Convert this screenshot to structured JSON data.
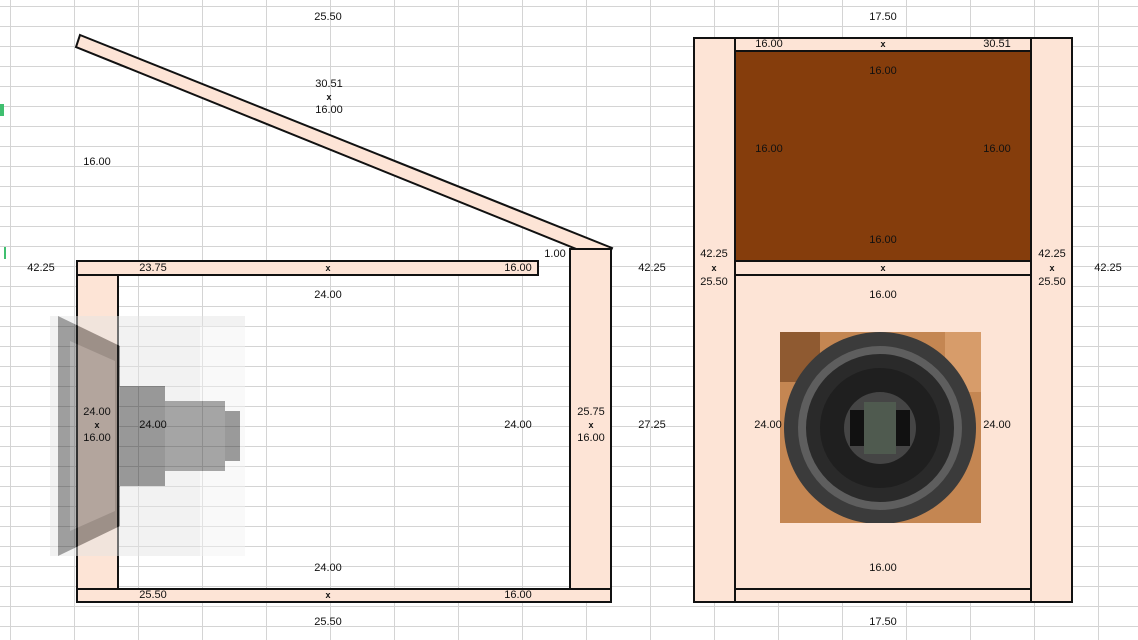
{
  "side_view": {
    "top_width": "25.50",
    "roof_dims": {
      "a": "30.51",
      "sep": "x",
      "b": "16.00"
    },
    "height_label": "16.00",
    "gap_label": "1.00",
    "left_total": "42.25",
    "right_total": "42.25",
    "top_board": {
      "left": "23.75",
      "sep": "x",
      "right": "16.00"
    },
    "inner_top": "24.00",
    "left_board": {
      "a": "24.00",
      "sep": "x",
      "b": "16.00"
    },
    "inner_left": "24.00",
    "inner_right": "24.00",
    "right_board": {
      "a": "25.75",
      "sep": "x",
      "b": "16.00"
    },
    "right_height": "27.25",
    "inner_bottom": "24.00",
    "bottom_board": {
      "left": "25.50",
      "sep": "x",
      "right": "16.00"
    },
    "bottom_width": "25.50"
  },
  "front_view": {
    "top_width": "17.50",
    "top_board": {
      "left": "16.00",
      "sep": "x",
      "right": "30.51"
    },
    "port_top": "16.00",
    "port_left": "16.00",
    "port_right": "16.00",
    "port_bottom": "16.00",
    "left_side": {
      "a": "42.25",
      "sep": "x",
      "b": "25.50"
    },
    "shelf_sep": "x",
    "right_side": {
      "a": "42.25",
      "sep": "x",
      "b": "25.50"
    },
    "right_total": "42.25",
    "baffle_top": "16.00",
    "baffle_left": "24.00",
    "baffle_right": "24.00",
    "baffle_bottom": "16.00",
    "bottom_width": "17.50"
  },
  "colors": {
    "board_fill": "#fde4d6",
    "port_fill": "#853d0c",
    "outline": "#111111",
    "grid": "#d4d4d4"
  }
}
